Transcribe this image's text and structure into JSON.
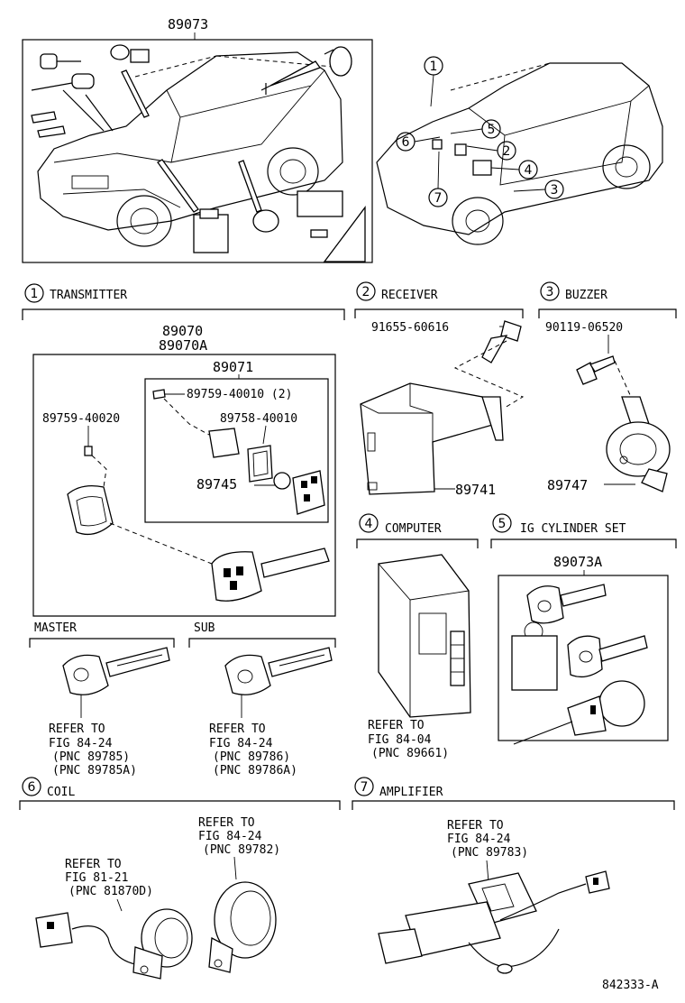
{
  "overview": {
    "kit_label": "89073",
    "callouts": [
      "1",
      "2",
      "3",
      "4",
      "5",
      "6",
      "7"
    ]
  },
  "sections": {
    "transmitter": {
      "number": "1",
      "title": "TRANSMITTER",
      "assy_label": "89070",
      "assy_label_alt": "89070A",
      "sub_assy_label": "89071",
      "screw_label": "89759-40010 (2)",
      "part_a": "89758-40010",
      "part_b": "89745",
      "screw2_label": "89759-40020",
      "master": {
        "title": "MASTER",
        "ref_lines": [
          "REFER TO",
          "FIG 84-24",
          "(PNC 89785)",
          "(PNC 89785A)"
        ]
      },
      "sub": {
        "title": "SUB",
        "ref_lines": [
          "REFER TO",
          "FIG 84-24",
          "(PNC 89786)",
          "(PNC 89786A)"
        ]
      }
    },
    "receiver": {
      "number": "2",
      "title": "RECEIVER",
      "bolt_label": "91655-60616",
      "part_label": "89741"
    },
    "buzzer": {
      "number": "3",
      "title": "BUZZER",
      "bolt_label": "90119-06520",
      "part_label": "89747"
    },
    "computer": {
      "number": "4",
      "title": "COMPUTER",
      "ref_lines": [
        "REFER TO",
        "FIG 84-04",
        "(PNC 89661)"
      ]
    },
    "ig_cylinder": {
      "number": "5",
      "title": "IG CYLINDER SET",
      "part_label": "89073A"
    },
    "coil": {
      "number": "6",
      "title": "COIL",
      "ref1_lines": [
        "REFER TO",
        "FIG 81-21",
        "(PNC 81870D)"
      ],
      "ref2_lines": [
        "REFER TO",
        "FIG 84-24",
        "(PNC 89782)"
      ]
    },
    "amplifier": {
      "number": "7",
      "title": "AMPLIFIER",
      "ref_lines": [
        "REFER TO",
        "FIG 84-24",
        "(PNC 89783)"
      ]
    }
  },
  "figure_id": "842333-A"
}
